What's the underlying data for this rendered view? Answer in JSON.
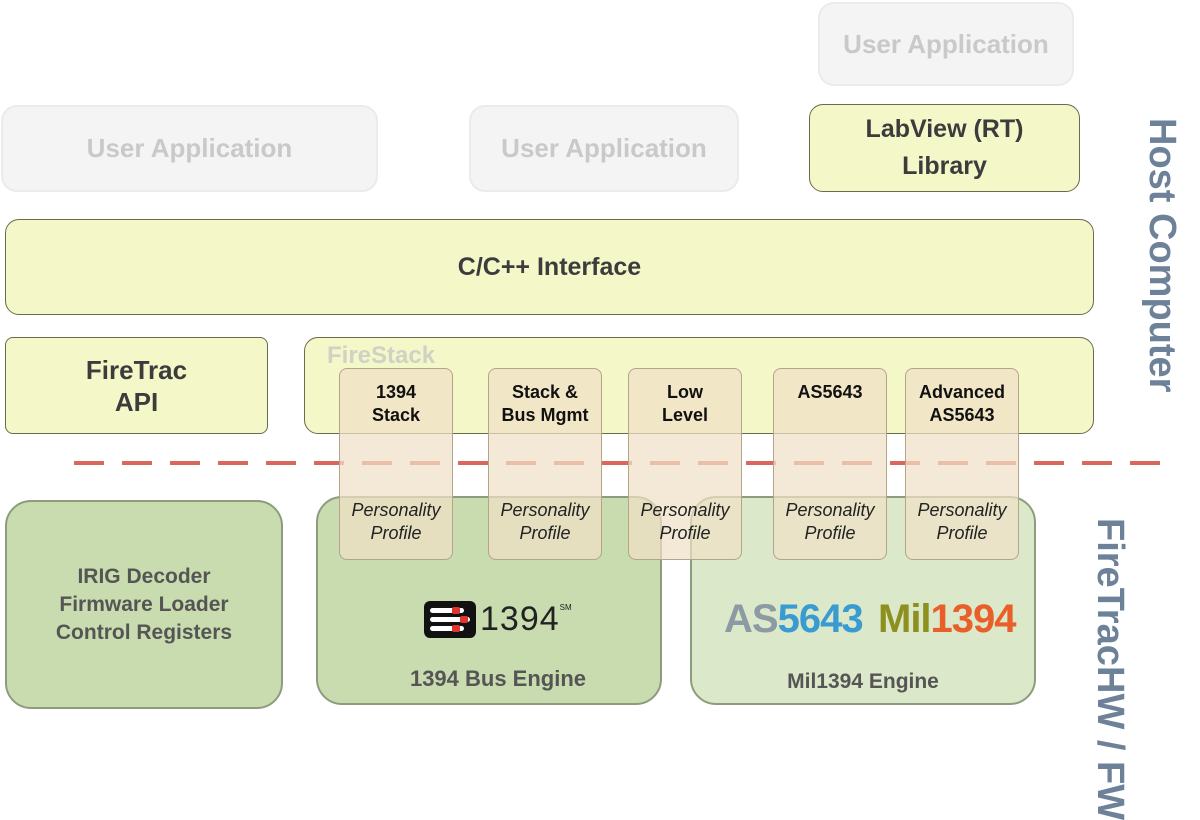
{
  "host": {
    "user_app_1": "User Application",
    "user_app_2": "User Application",
    "user_app_3": "User Application",
    "labview_line1": "LabView (RT)",
    "labview_line2": "Library",
    "cpp_interface": "C/C++ Interface",
    "firetrac_api_line1": "FireTrac",
    "firetrac_api_line2": "API",
    "firestack_title": "FireStack"
  },
  "modules": [
    {
      "title_line1": "1394",
      "title_line2": "Stack",
      "profile_line1": "Personality",
      "profile_line2": "Profile"
    },
    {
      "title_line1": "Stack &",
      "title_line2": "Bus Mgmt",
      "profile_line1": "Personality",
      "profile_line2": "Profile"
    },
    {
      "title_line1": "Low",
      "title_line2": "Level",
      "profile_line1": "Personality",
      "profile_line2": "Profile"
    },
    {
      "title_line1": "AS5643",
      "title_line2": "",
      "profile_line1": "Personality",
      "profile_line2": "Profile"
    },
    {
      "title_line1": "Advanced",
      "title_line2": "AS5643",
      "profile_line1": "Personality",
      "profile_line2": "Profile"
    }
  ],
  "hardware": {
    "irig_line1": "IRIG Decoder",
    "irig_line2": "Firmware Loader",
    "irig_line3": "Control Registers",
    "bus_engine": "1394 Bus Engine",
    "mil_engine": "Mil1394 Engine"
  },
  "logos": {
    "logo_1394_text": "1394",
    "logo_1394_sm": "SM",
    "as5643_part1": "AS",
    "as5643_part2": "5643",
    "mil1394_part1": "Mil",
    "mil1394_part2": "1394"
  },
  "side_labels": {
    "host_computer": "Host Computer",
    "firetrac_line1": "FireTrac",
    "firetrac_line2": "HW / FW"
  },
  "colors": {
    "host_label": "#6d8298",
    "divider": "#d9675e",
    "as_grey": "#8c9aa3",
    "as_blue": "#3a9bd0",
    "mil_olive": "#8d8f1e",
    "mil_orange": "#e85f2a"
  }
}
